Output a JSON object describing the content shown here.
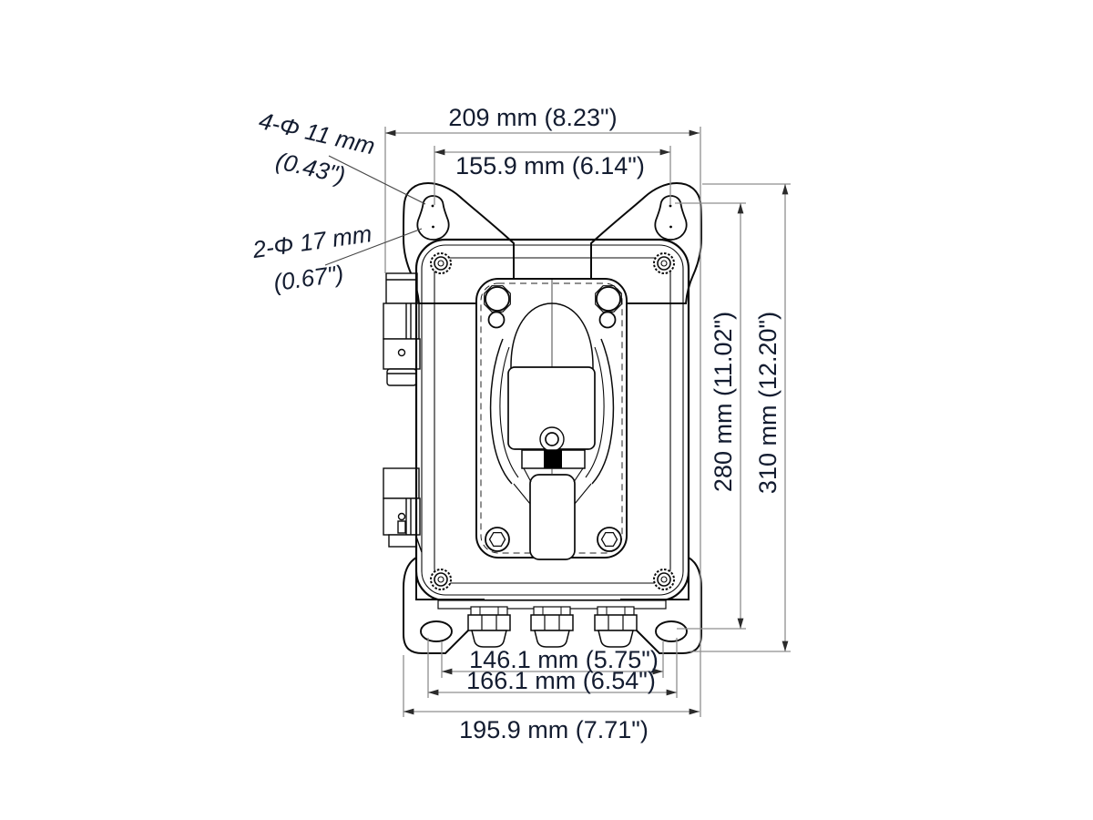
{
  "drawing": {
    "title_hint": "enclosure-mounting-dimension-drawing",
    "dim_top_outer": "209 mm (8.23\")",
    "dim_top_inner": "155.9 mm (6.14\")",
    "dim_right_inner": "280 mm (11.02\")",
    "dim_right_outer": "310 mm (12.20\")",
    "dim_bottom_inner": "146.1 mm (5.75\")",
    "dim_bottom_mid": "166.1 mm (6.54\")",
    "dim_bottom_outer": "195.9 mm (7.71\")",
    "note_small_holes_l1": "4-Φ 11 mm",
    "note_small_holes_l2": "(0.43\")",
    "note_large_holes_l1": "2-Φ 17 mm",
    "note_large_holes_l2": "(0.67\")"
  },
  "colors": {
    "part_line": "#0a0a0a",
    "dimension_line": "#8f8f8f",
    "text": "#131c30",
    "background": "#ffffff"
  }
}
